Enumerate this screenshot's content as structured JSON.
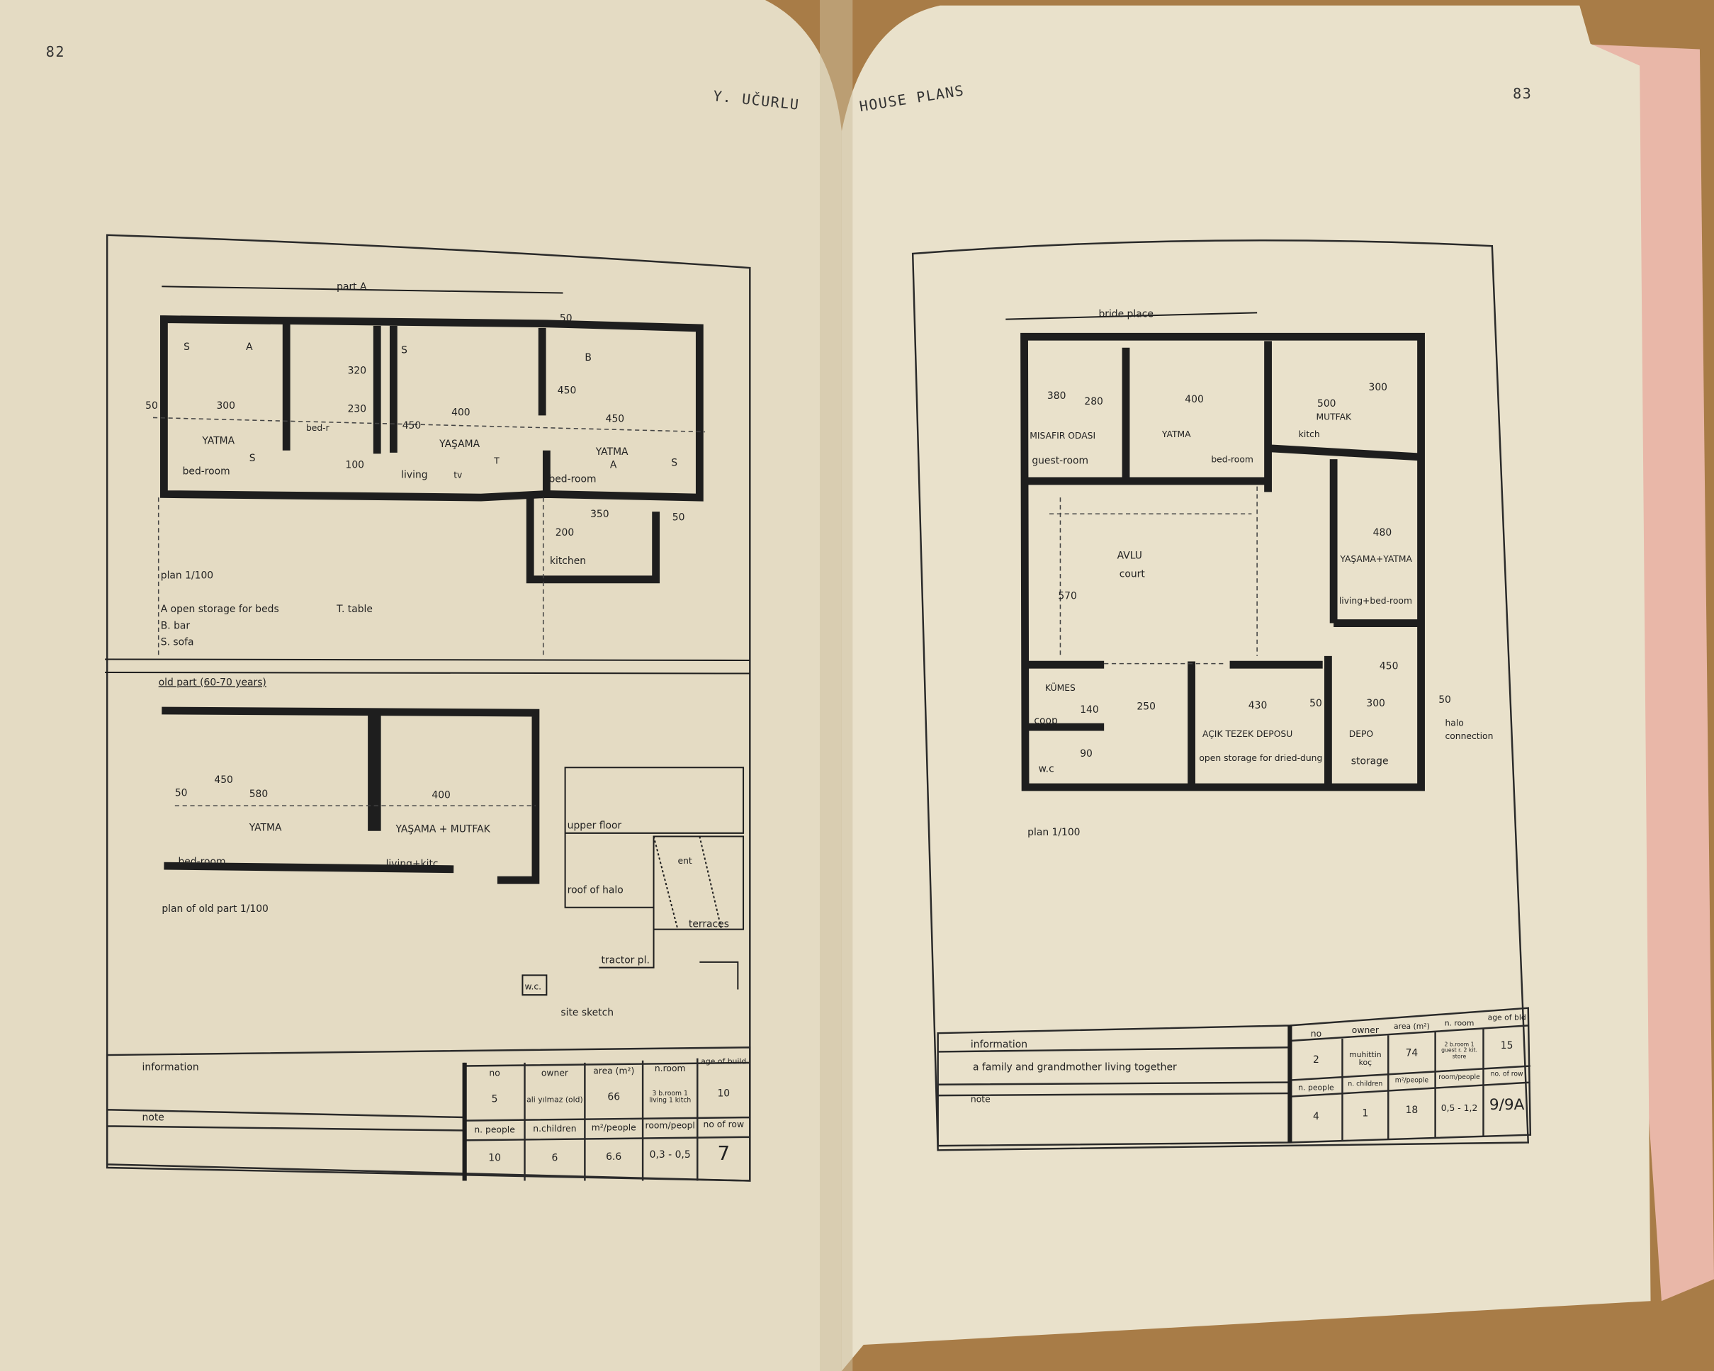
{
  "left_page": {
    "page_number": "82",
    "running_header": "Y. UČURLU",
    "plan_a": {
      "part_label": "part A",
      "labels": [
        "YATMA",
        "bed-room",
        "300",
        "50",
        "230",
        "320",
        "100",
        "bed-r",
        "450",
        "400",
        "YAŞAMA",
        "living",
        "tv",
        "T",
        "450",
        "450",
        "YATMA",
        "bed-room",
        "50",
        "350",
        "50",
        "200",
        "kitchen",
        "S",
        "A",
        "S",
        "S",
        "B",
        "A",
        "S"
      ],
      "caption": "plan 1/100",
      "legend": [
        "A open storage for beds",
        "T. table",
        "B. bar",
        "S. sofa"
      ]
    },
    "old_part": {
      "title": "old part (60-70 years)",
      "labels": [
        "450",
        "580",
        "50",
        "YATMA",
        "bed-room",
        "400",
        "YAŞAMA + MUTFAK",
        "living+kitc."
      ],
      "caption": "plan of old part  1/100"
    },
    "site": {
      "labels": [
        "upper floor",
        "roof of halo",
        "ent",
        "terraces",
        "tractor pl.",
        "w.c."
      ],
      "caption": "site sketch"
    },
    "info_table": {
      "information_label": "information",
      "information_text": "",
      "note_label": "note",
      "headers_top": [
        "no",
        "owner",
        "area (m²)",
        "n.room",
        "age of build"
      ],
      "values_top": [
        "5",
        "ali yılmaz (old)",
        "66",
        "3 b.room 1 living 1 kitch",
        "10"
      ],
      "headers_bottom": [
        "n. people",
        "n.children",
        "m²/people",
        "room/peopl",
        "no of row"
      ],
      "values_bottom": [
        "10",
        "6",
        "6.6",
        "0,3 - 0,5",
        "7"
      ]
    }
  },
  "right_page": {
    "page_number": "83",
    "running_header": "HOUSE PLANS",
    "plan": {
      "bride_label": "bride place",
      "labels": [
        "380",
        "280",
        "400",
        "500",
        "300",
        "MUTFAK",
        "kitch",
        "MISAFIR ODASI",
        "guest-room",
        "YATMA",
        "bed-room",
        "AVLU",
        "court",
        "570",
        "480",
        "YAŞAMA+YATMA",
        "living+bed-room",
        "450",
        "250",
        "430",
        "50",
        "300",
        "50",
        "KÜMES",
        "140",
        "coop",
        "90",
        "w.c",
        "AÇIK TEZEK DEPOSU",
        "open storage for dried-dung",
        "DEPO",
        "storage",
        "halo",
        "connection"
      ],
      "caption": "plan 1/100"
    },
    "info_table": {
      "information_label": "information",
      "information_text": "a family and grandmother living together",
      "note_label": "note",
      "headers_top": [
        "no",
        "owner",
        "area (m²)",
        "n. room",
        "age of bld"
      ],
      "values_top": [
        "2",
        "muhittin koç",
        "74",
        "2 b.room 1 guest r. 2 kit. store",
        "15"
      ],
      "headers_bottom": [
        "n. people",
        "n. children",
        "m²/people",
        "room/people",
        "no. of row"
      ],
      "values_bottom": [
        "4",
        "1",
        "18",
        "0,5 - 1,2",
        "9/9A"
      ]
    }
  }
}
